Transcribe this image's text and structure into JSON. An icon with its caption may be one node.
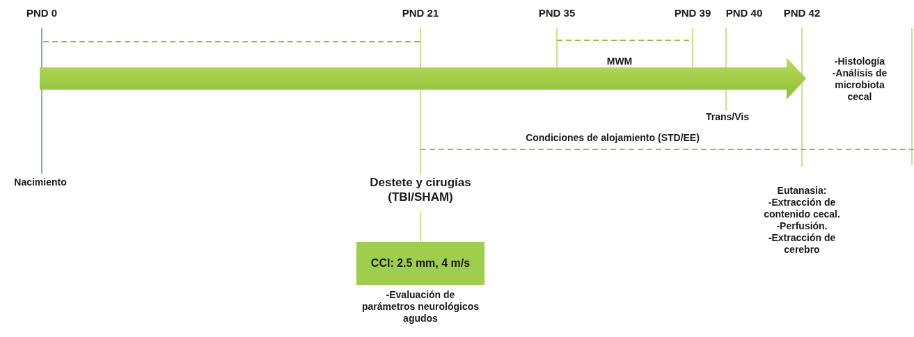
{
  "diagram": {
    "nodes": [
      {
        "text": [
          "Destete y cirugías (TBI/SHAM)"
        ]
      },
      {
        "text": [
          "CCI: 2.5 mm, 4 m/s"
        ],
        "beside": [
          "-Evaluación de parámetros neurológicos agudos"
        ]
      }
    ],
    "edges": [
      {
        "from": 0,
        "to": 1,
        "arrow": "none"
      }
    ],
    "labels": [
      "PND 0",
      "PND 21",
      "PND 35",
      "PND 39",
      "PND 40",
      "PND 42",
      "MWM",
      "-Histología -Análisis de microbiota cecal",
      "Trans/Vis",
      "Condiciones de alojamiento (STD/EE)",
      "Nacimiento",
      "Eutanasia: -Extracción de contenido cecal. -Perfusión. -Extracción de cerebro"
    ]
  }
}
